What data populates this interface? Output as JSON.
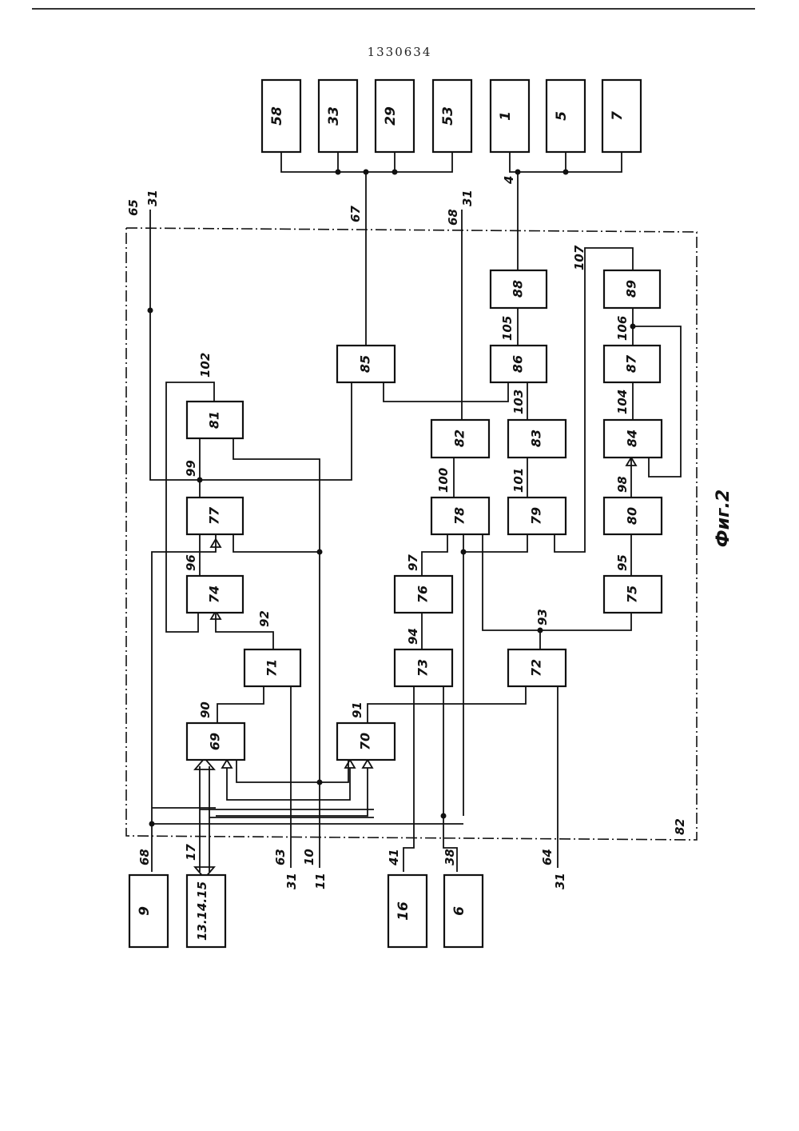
{
  "document": {
    "number": "1330634",
    "figure_caption": "Фиг.2"
  },
  "external_blocks": {
    "b58": "58",
    "b33": "33",
    "b29": "29",
    "b53": "53",
    "b1": "1",
    "b5": "5",
    "b7": "7",
    "b9": "9",
    "b13": "13.14.15",
    "b16": "16",
    "b6": "6"
  },
  "internal_blocks": {
    "b69": "69",
    "b70": "70",
    "b71": "71",
    "b72": "72",
    "b73": "73",
    "b74": "74",
    "b75": "75",
    "b76": "76",
    "b77": "77",
    "b78": "78",
    "b79": "79",
    "b80": "80",
    "b81": "81",
    "b82": "82",
    "b83": "83",
    "b84": "84",
    "b85": "85",
    "b86": "86",
    "b87": "87",
    "b88": "88",
    "b89": "89"
  },
  "signal_labels": {
    "l65": "65",
    "l31a": "31",
    "l67": "67",
    "l68top": "68",
    "l31b": "31",
    "l4": "4",
    "l102": "102",
    "l99": "99",
    "l96": "96",
    "l92": "92",
    "l90": "90",
    "l91": "91",
    "l94": "94",
    "l97": "97",
    "l100": "100",
    "l101": "101",
    "l103": "103",
    "l105": "105",
    "l93": "93",
    "l95": "95",
    "l98": "98",
    "l104": "104",
    "l106": "106",
    "l107": "107",
    "l82": "82",
    "l68bot": "68",
    "l17": "17",
    "l63": "63",
    "l31c": "31",
    "l10": "10",
    "l11": "11",
    "l41": "41",
    "l38": "38",
    "l64": "64",
    "l31d": "31"
  }
}
